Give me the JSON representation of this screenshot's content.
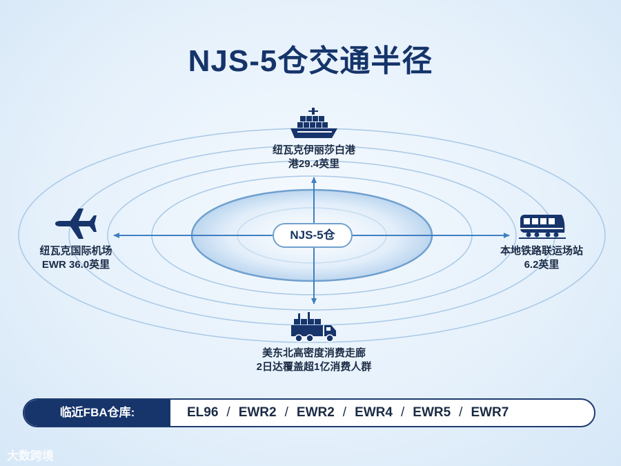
{
  "title": "NJS-5仓交通半径",
  "center": "NJS-5仓",
  "nodes": {
    "top": {
      "line1": "纽瓦克伊丽莎白港",
      "line2": "港29.4英里",
      "icon": "ship-icon"
    },
    "left": {
      "line1": "纽瓦克国际机场",
      "line2": "EWR 36.0英里",
      "icon": "airplane-icon"
    },
    "right": {
      "line1": "本地铁路联运场站",
      "line2": "6.2英里",
      "icon": "train-icon"
    },
    "bottom": {
      "line1": "美东北高密度消费走廊",
      "line2": "2日达覆盖超1亿消费人群",
      "icon": "truck-icon"
    }
  },
  "fba": {
    "label": "临近FBA仓库:",
    "warehouses": [
      "EL96",
      "EWR2",
      "EWR2",
      "EWR4",
      "EWR5",
      "EWR7"
    ]
  },
  "watermark": "大数跨境",
  "colors": {
    "navy": "#17346b",
    "ring": "#8fb7de",
    "accent": "#3f7fc0"
  }
}
